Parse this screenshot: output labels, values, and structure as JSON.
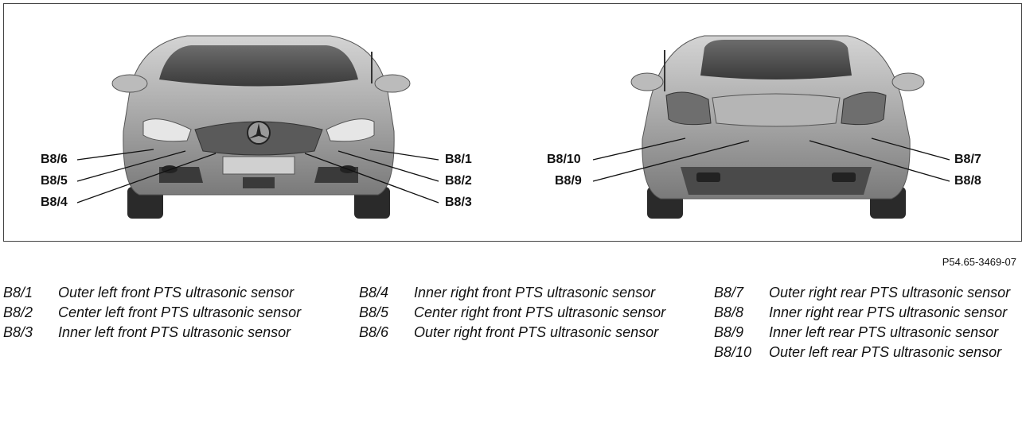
{
  "figure_id": "P54.65-3469-07",
  "callouts": {
    "front_left": [
      "B8/6",
      "B8/5",
      "B8/4"
    ],
    "front_right": [
      "B8/1",
      "B8/2",
      "B8/3"
    ],
    "rear_left": [
      "B8/10",
      "B8/9"
    ],
    "rear_right": [
      "B8/7",
      "B8/8"
    ]
  },
  "legend": [
    [
      {
        "code": "B8/1",
        "text": "Outer left front PTS ultrasonic sensor"
      },
      {
        "code": "B8/2",
        "text": "Center left front PTS ultrasonic sensor"
      },
      {
        "code": "B8/3",
        "text": "Inner left front PTS ultrasonic sensor"
      }
    ],
    [
      {
        "code": "B8/4",
        "text": "Inner right front PTS ultrasonic sensor"
      },
      {
        "code": "B8/5",
        "text": "Center right front PTS ultrasonic sensor"
      },
      {
        "code": "B8/6",
        "text": "Outer right front PTS ultrasonic sensor"
      }
    ],
    [
      {
        "code": "B8/7",
        "text": "Outer right rear PTS ultrasonic sensor"
      },
      {
        "code": "B8/8",
        "text": "Inner right rear PTS ultrasonic sensor"
      },
      {
        "code": "B8/9",
        "text": "Inner left rear PTS ultrasonic sensor"
      },
      {
        "code": "B8/10",
        "text": "Outer left rear PTS ultrasonic sensor"
      }
    ]
  ]
}
